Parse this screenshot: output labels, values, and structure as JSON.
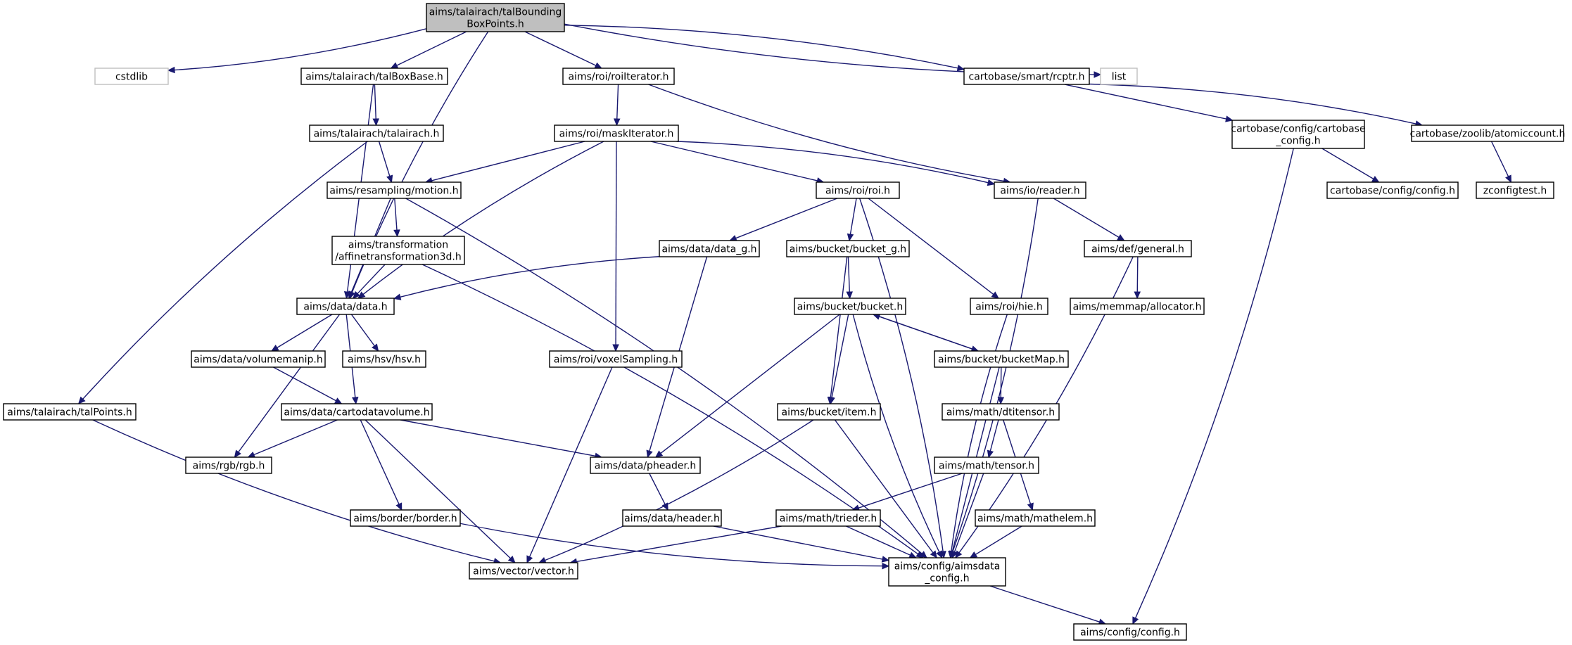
{
  "graph": {
    "title_lines": [
      "aims/talairach/talBounding",
      "BoxPoints.h"
    ],
    "nodes": [
      {
        "id": "root",
        "lines": [
          "aims/talairach/talBounding",
          "BoxPoints.h"
        ],
        "style": "root"
      },
      {
        "id": "cstdlib",
        "lines": [
          "cstdlib"
        ],
        "style": "ext"
      },
      {
        "id": "talBoxBase",
        "lines": [
          "aims/talairach/talBoxBase.h"
        ]
      },
      {
        "id": "roiIterator",
        "lines": [
          "aims/roi/roiIterator.h"
        ]
      },
      {
        "id": "rcptr",
        "lines": [
          "cartobase/smart/rcptr.h"
        ]
      },
      {
        "id": "list",
        "lines": [
          "list"
        ],
        "style": "ext"
      },
      {
        "id": "talairach",
        "lines": [
          "aims/talairach/talairach.h"
        ]
      },
      {
        "id": "maskIterator",
        "lines": [
          "aims/roi/maskIterator.h"
        ]
      },
      {
        "id": "cartobase_config",
        "lines": [
          "cartobase/config/cartobase",
          "_config.h"
        ]
      },
      {
        "id": "atomiccount",
        "lines": [
          "cartobase/zoolib/atomiccount.h"
        ]
      },
      {
        "id": "motion",
        "lines": [
          "aims/resampling/motion.h"
        ]
      },
      {
        "id": "roi",
        "lines": [
          "aims/roi/roi.h"
        ]
      },
      {
        "id": "reader",
        "lines": [
          "aims/io/reader.h"
        ]
      },
      {
        "id": "cb_config",
        "lines": [
          "cartobase/config/config.h"
        ]
      },
      {
        "id": "zconfigtest",
        "lines": [
          "zconfigtest.h"
        ]
      },
      {
        "id": "affine",
        "lines": [
          "aims/transformation",
          "/affinetransformation3d.h"
        ]
      },
      {
        "id": "data_g",
        "lines": [
          "aims/data/data_g.h"
        ]
      },
      {
        "id": "bucket_g",
        "lines": [
          "aims/bucket/bucket_g.h"
        ]
      },
      {
        "id": "general",
        "lines": [
          "aims/def/general.h"
        ]
      },
      {
        "id": "data",
        "lines": [
          "aims/data/data.h"
        ]
      },
      {
        "id": "bucket",
        "lines": [
          "aims/bucket/bucket.h"
        ]
      },
      {
        "id": "hie",
        "lines": [
          "aims/roi/hie.h"
        ]
      },
      {
        "id": "allocator",
        "lines": [
          "aims/memmap/allocator.h"
        ]
      },
      {
        "id": "volumemanip",
        "lines": [
          "aims/data/volumemanip.h"
        ]
      },
      {
        "id": "hsv",
        "lines": [
          "aims/hsv/hsv.h"
        ]
      },
      {
        "id": "voxelSampling",
        "lines": [
          "aims/roi/voxelSampling.h"
        ]
      },
      {
        "id": "bucketMap",
        "lines": [
          "aims/bucket/bucketMap.h"
        ]
      },
      {
        "id": "talPoints",
        "lines": [
          "aims/talairach/talPoints.h"
        ]
      },
      {
        "id": "cartodatavolume",
        "lines": [
          "aims/data/cartodatavolume.h"
        ]
      },
      {
        "id": "item",
        "lines": [
          "aims/bucket/item.h"
        ]
      },
      {
        "id": "dtitensor",
        "lines": [
          "aims/math/dtitensor.h"
        ]
      },
      {
        "id": "rgb",
        "lines": [
          "aims/rgb/rgb.h"
        ]
      },
      {
        "id": "pheader",
        "lines": [
          "aims/data/pheader.h"
        ]
      },
      {
        "id": "tensor",
        "lines": [
          "aims/math/tensor.h"
        ]
      },
      {
        "id": "border",
        "lines": [
          "aims/border/border.h"
        ]
      },
      {
        "id": "header",
        "lines": [
          "aims/data/header.h"
        ]
      },
      {
        "id": "trieder",
        "lines": [
          "aims/math/trieder.h"
        ]
      },
      {
        "id": "mathelem",
        "lines": [
          "aims/math/mathelem.h"
        ]
      },
      {
        "id": "vector",
        "lines": [
          "aims/vector/vector.h"
        ]
      },
      {
        "id": "aimsdata_config",
        "lines": [
          "aims/config/aimsdata",
          "_config.h"
        ]
      },
      {
        "id": "config",
        "lines": [
          "aims/config/config.h"
        ]
      }
    ],
    "edges": [
      [
        "root",
        "cstdlib"
      ],
      [
        "root",
        "data"
      ],
      [
        "root",
        "talBoxBase"
      ],
      [
        "root",
        "roiIterator"
      ],
      [
        "root",
        "rcptr"
      ],
      [
        "root",
        "list"
      ],
      [
        "talBoxBase",
        "talairach"
      ],
      [
        "talBoxBase",
        "data"
      ],
      [
        "talairach",
        "motion"
      ],
      [
        "talairach",
        "talPoints"
      ],
      [
        "roiIterator",
        "maskIterator"
      ],
      [
        "roiIterator",
        "reader"
      ],
      [
        "maskIterator",
        "motion"
      ],
      [
        "maskIterator",
        "data"
      ],
      [
        "maskIterator",
        "voxelSampling"
      ],
      [
        "maskIterator",
        "roi"
      ],
      [
        "maskIterator",
        "reader"
      ],
      [
        "rcptr",
        "cartobase_config"
      ],
      [
        "rcptr",
        "atomiccount"
      ],
      [
        "cartobase_config",
        "cb_config"
      ],
      [
        "cartobase_config",
        "config"
      ],
      [
        "atomiccount",
        "zconfigtest"
      ],
      [
        "motion",
        "affine"
      ],
      [
        "motion",
        "data"
      ],
      [
        "motion",
        "aimsdata_config"
      ],
      [
        "affine",
        "data"
      ],
      [
        "affine",
        "aimsdata_config"
      ],
      [
        "roi",
        "data_g"
      ],
      [
        "roi",
        "bucket_g"
      ],
      [
        "roi",
        "hie"
      ],
      [
        "roi",
        "aimsdata_config"
      ],
      [
        "reader",
        "general"
      ],
      [
        "reader",
        "aimsdata_config"
      ],
      [
        "general",
        "allocator"
      ],
      [
        "general",
        "aimsdata_config"
      ],
      [
        "data_g",
        "data"
      ],
      [
        "data_g",
        "pheader"
      ],
      [
        "bucket_g",
        "bucket"
      ],
      [
        "bucket_g",
        "item"
      ],
      [
        "data",
        "volumemanip"
      ],
      [
        "data",
        "hsv"
      ],
      [
        "data",
        "cartodatavolume"
      ],
      [
        "data",
        "rgb"
      ],
      [
        "volumemanip",
        "cartodatavolume"
      ],
      [
        "cartodatavolume",
        "rgb"
      ],
      [
        "cartodatavolume",
        "pheader"
      ],
      [
        "cartodatavolume",
        "border"
      ],
      [
        "cartodatavolume",
        "vector"
      ],
      [
        "bucket",
        "bucketMap"
      ],
      [
        "bucket",
        "item"
      ],
      [
        "bucket",
        "pheader"
      ],
      [
        "bucket",
        "aimsdata_config"
      ],
      [
        "bucketMap",
        "bucket"
      ],
      [
        "bucketMap",
        "dtitensor"
      ],
      [
        "bucketMap",
        "aimsdata_config"
      ],
      [
        "hie",
        "aimsdata_config"
      ],
      [
        "voxelSampling",
        "vector"
      ],
      [
        "talPoints",
        "vector"
      ],
      [
        "item",
        "vector"
      ],
      [
        "item",
        "aimsdata_config"
      ],
      [
        "dtitensor",
        "tensor"
      ],
      [
        "dtitensor",
        "mathelem"
      ],
      [
        "tensor",
        "trieder"
      ],
      [
        "tensor",
        "aimsdata_config"
      ],
      [
        "mathelem",
        "aimsdata_config"
      ],
      [
        "pheader",
        "header"
      ],
      [
        "header",
        "aimsdata_config"
      ],
      [
        "border",
        "aimsdata_config"
      ],
      [
        "trieder",
        "vector"
      ],
      [
        "trieder",
        "aimsdata_config"
      ],
      [
        "aimsdata_config",
        "config"
      ]
    ]
  }
}
